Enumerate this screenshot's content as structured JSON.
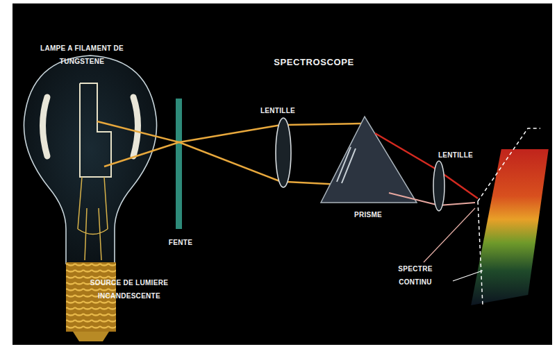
{
  "diagram": {
    "title": "SPECTROSCOPE",
    "labels": [
      "LAMPE A FILAMENT DE TUNGSTENE",
      "LENTILLE",
      "FENTE",
      "PRISME",
      "LENTILLE",
      "SPECTRE CONTINU",
      "SOURCE DE LUMIERE INCANDESCENTE"
    ]
  }
}
